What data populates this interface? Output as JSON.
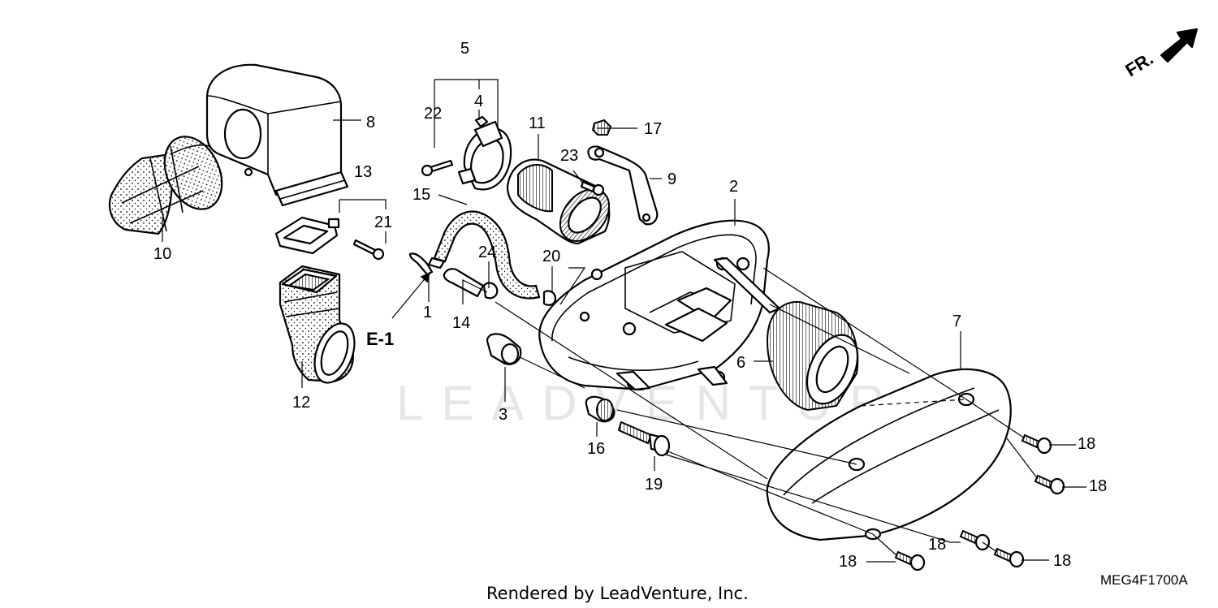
{
  "diagram": {
    "callouts": {
      "c1": "1",
      "c2": "2",
      "c3": "3",
      "c4": "4",
      "c5": "5",
      "c6": "6",
      "c7": "7",
      "c8": "8",
      "c9": "9",
      "c10": "10",
      "c11": "11",
      "c12": "12",
      "c13": "13",
      "c14": "14",
      "c15": "15",
      "c16": "16",
      "c17": "17",
      "c18a": "18",
      "c18b": "18",
      "c18c": "18",
      "c18d": "18",
      "c18e": "18",
      "c19": "19",
      "c20": "20",
      "c21": "21",
      "c22": "22",
      "c23": "23",
      "c24": "24"
    },
    "reference_label": "E-1",
    "direction_label": "FR.",
    "watermark": "LEADVENTURE",
    "diagram_code": "MEG4F1700A",
    "footer": "Rendered by LeadVenture, Inc."
  }
}
